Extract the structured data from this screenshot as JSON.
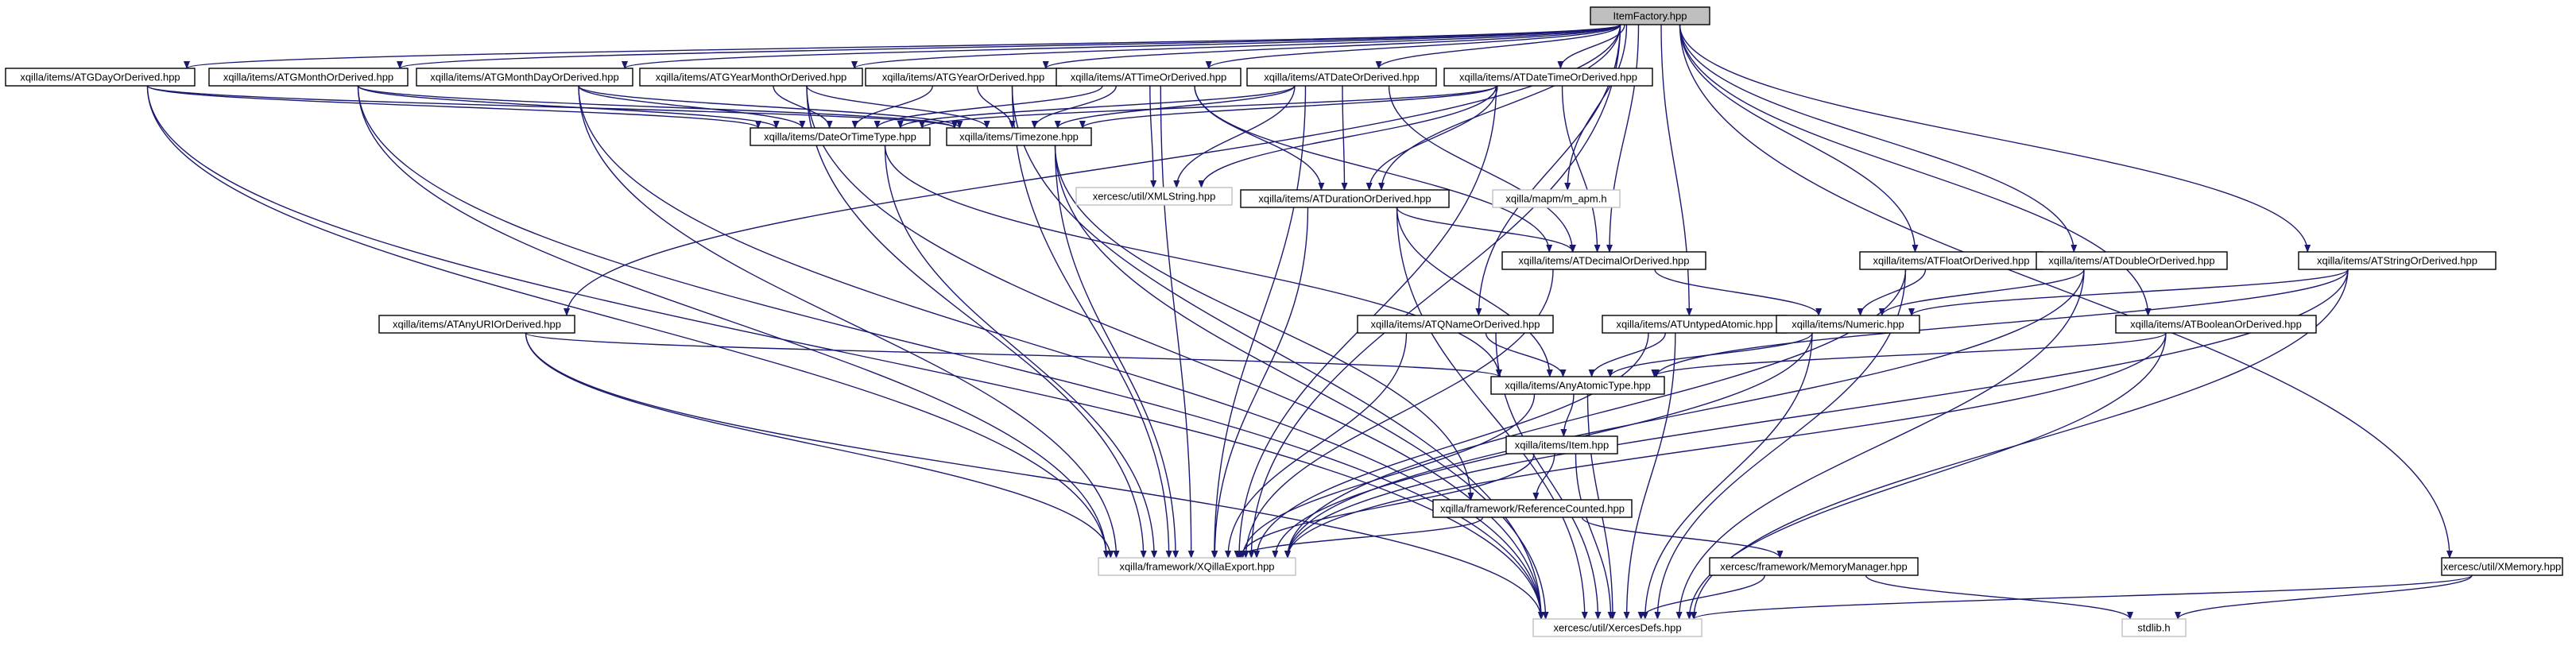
{
  "colors": {
    "edge": "#191970",
    "box_border": "#000000",
    "box_fill": "#ffffff",
    "external_border": "#c0c0c0",
    "root_fill": "#bfbfbf",
    "text": "#000000"
  },
  "nodes": [
    {
      "id": "root",
      "label": "ItemFactory.hpp",
      "kind": "root"
    },
    {
      "id": "gday",
      "label": "xqilla/items/ATGDayOrDerived.hpp",
      "kind": "file"
    },
    {
      "id": "gmonth",
      "label": "xqilla/items/ATGMonthOrDerived.hpp",
      "kind": "file"
    },
    {
      "id": "gmonthday",
      "label": "xqilla/items/ATGMonthDayOrDerived.hpp",
      "kind": "file"
    },
    {
      "id": "gyearmonth",
      "label": "xqilla/items/ATGYearMonthOrDerived.hpp",
      "kind": "file"
    },
    {
      "id": "gyear",
      "label": "xqilla/items/ATGYearOrDerived.hpp",
      "kind": "file"
    },
    {
      "id": "time",
      "label": "xqilla/items/ATTimeOrDerived.hpp",
      "kind": "file"
    },
    {
      "id": "date",
      "label": "xqilla/items/ATDateOrDerived.hpp",
      "kind": "file"
    },
    {
      "id": "datetime",
      "label": "xqilla/items/ATDateTimeOrDerived.hpp",
      "kind": "file"
    },
    {
      "id": "dateortime",
      "label": "xqilla/items/DateOrTimeType.hpp",
      "kind": "file"
    },
    {
      "id": "timezone",
      "label": "xqilla/items/Timezone.hpp",
      "kind": "file"
    },
    {
      "id": "xmlstring",
      "label": "xercesc/util/XMLString.hpp",
      "kind": "external"
    },
    {
      "id": "duration",
      "label": "xqilla/items/ATDurationOrDerived.hpp",
      "kind": "file"
    },
    {
      "id": "mapm",
      "label": "xqilla/mapm/m_apm.h",
      "kind": "external"
    },
    {
      "id": "decimal",
      "label": "xqilla/items/ATDecimalOrDerived.hpp",
      "kind": "file"
    },
    {
      "id": "anyuri",
      "label": "xqilla/items/ATAnyURIOrDerived.hpp",
      "kind": "file"
    },
    {
      "id": "qname",
      "label": "xqilla/items/ATQNameOrDerived.hpp",
      "kind": "file"
    },
    {
      "id": "untyped",
      "label": "xqilla/items/ATUntypedAtomic.hpp",
      "kind": "file"
    },
    {
      "id": "float",
      "label": "xqilla/items/ATFloatOrDerived.hpp",
      "kind": "file"
    },
    {
      "id": "double",
      "label": "xqilla/items/ATDoubleOrDerived.hpp",
      "kind": "file"
    },
    {
      "id": "string",
      "label": "xqilla/items/ATStringOrDerived.hpp",
      "kind": "file"
    },
    {
      "id": "numeric",
      "label": "xqilla/items/Numeric.hpp",
      "kind": "file"
    },
    {
      "id": "boolean",
      "label": "xqilla/items/ATBooleanOrDerived.hpp",
      "kind": "file"
    },
    {
      "id": "anyatomic",
      "label": "xqilla/items/AnyAtomicType.hpp",
      "kind": "file"
    },
    {
      "id": "item",
      "label": "xqilla/items/Item.hpp",
      "kind": "file"
    },
    {
      "id": "refcounted",
      "label": "xqilla/framework/ReferenceCounted.hpp",
      "kind": "file"
    },
    {
      "id": "xqillaexport",
      "label": "xqilla/framework/XQillaExport.hpp",
      "kind": "external"
    },
    {
      "id": "memmgr",
      "label": "xercesc/framework/MemoryManager.hpp",
      "kind": "file"
    },
    {
      "id": "xmemory",
      "label": "xercesc/util/XMemory.hpp",
      "kind": "file"
    },
    {
      "id": "stdlib",
      "label": "stdlib.h",
      "kind": "external"
    },
    {
      "id": "xercesdefs",
      "label": "xercesc/util/XercesDefs.hpp",
      "kind": "external"
    }
  ],
  "edges": [
    [
      "root",
      "gday"
    ],
    [
      "root",
      "gmonth"
    ],
    [
      "root",
      "gmonthday"
    ],
    [
      "root",
      "gyearmonth"
    ],
    [
      "root",
      "gyear"
    ],
    [
      "root",
      "time"
    ],
    [
      "root",
      "date"
    ],
    [
      "root",
      "datetime"
    ],
    [
      "root",
      "anyuri"
    ],
    [
      "root",
      "duration"
    ],
    [
      "root",
      "mapm"
    ],
    [
      "root",
      "decimal"
    ],
    [
      "root",
      "qname"
    ],
    [
      "root",
      "untyped"
    ],
    [
      "root",
      "float"
    ],
    [
      "root",
      "double"
    ],
    [
      "root",
      "string"
    ],
    [
      "root",
      "boolean"
    ],
    [
      "root",
      "xmemory"
    ],
    [
      "root",
      "xqillaexport"
    ],
    [
      "gday",
      "dateortime"
    ],
    [
      "gday",
      "timezone"
    ],
    [
      "gday",
      "xqillaexport"
    ],
    [
      "gday",
      "xercesdefs"
    ],
    [
      "gmonth",
      "dateortime"
    ],
    [
      "gmonth",
      "timezone"
    ],
    [
      "gmonth",
      "xqillaexport"
    ],
    [
      "gmonth",
      "xercesdefs"
    ],
    [
      "gmonthday",
      "dateortime"
    ],
    [
      "gmonthday",
      "timezone"
    ],
    [
      "gmonthday",
      "xqillaexport"
    ],
    [
      "gmonthday",
      "xercesdefs"
    ],
    [
      "gyearmonth",
      "dateortime"
    ],
    [
      "gyearmonth",
      "timezone"
    ],
    [
      "gyearmonth",
      "xqillaexport"
    ],
    [
      "gyearmonth",
      "xercesdefs"
    ],
    [
      "gyear",
      "dateortime"
    ],
    [
      "gyear",
      "timezone"
    ],
    [
      "gyear",
      "xqillaexport"
    ],
    [
      "gyear",
      "xercesdefs"
    ],
    [
      "time",
      "dateortime"
    ],
    [
      "time",
      "timezone"
    ],
    [
      "time",
      "xmlstring"
    ],
    [
      "time",
      "duration"
    ],
    [
      "time",
      "decimal"
    ],
    [
      "time",
      "xqillaexport"
    ],
    [
      "date",
      "dateortime"
    ],
    [
      "date",
      "timezone"
    ],
    [
      "date",
      "xmlstring"
    ],
    [
      "date",
      "duration"
    ],
    [
      "date",
      "decimal"
    ],
    [
      "date",
      "xqillaexport"
    ],
    [
      "datetime",
      "dateortime"
    ],
    [
      "datetime",
      "timezone"
    ],
    [
      "datetime",
      "xmlstring"
    ],
    [
      "datetime",
      "duration"
    ],
    [
      "datetime",
      "decimal"
    ],
    [
      "datetime",
      "xqillaexport"
    ],
    [
      "dateortime",
      "anyatomic"
    ],
    [
      "dateortime",
      "xqillaexport"
    ],
    [
      "timezone",
      "refcounted"
    ],
    [
      "timezone",
      "xqillaexport"
    ],
    [
      "timezone",
      "xercesdefs"
    ],
    [
      "duration",
      "decimal"
    ],
    [
      "duration",
      "anyatomic"
    ],
    [
      "duration",
      "xqillaexport"
    ],
    [
      "duration",
      "xercesdefs"
    ],
    [
      "decimal",
      "numeric"
    ],
    [
      "decimal",
      "xqillaexport"
    ],
    [
      "anyuri",
      "anyatomic"
    ],
    [
      "anyuri",
      "xqillaexport"
    ],
    [
      "anyuri",
      "xercesdefs"
    ],
    [
      "qname",
      "anyatomic"
    ],
    [
      "qname",
      "xqillaexport"
    ],
    [
      "qname",
      "xercesdefs"
    ],
    [
      "untyped",
      "anyatomic"
    ],
    [
      "untyped",
      "xqillaexport"
    ],
    [
      "untyped",
      "xercesdefs"
    ],
    [
      "float",
      "numeric"
    ],
    [
      "float",
      "xqillaexport"
    ],
    [
      "float",
      "xercesdefs"
    ],
    [
      "double",
      "numeric"
    ],
    [
      "double",
      "xqillaexport"
    ],
    [
      "double",
      "xercesdefs"
    ],
    [
      "string",
      "numeric"
    ],
    [
      "string",
      "anyatomic"
    ],
    [
      "string",
      "xqillaexport"
    ],
    [
      "string",
      "xercesdefs"
    ],
    [
      "numeric",
      "anyatomic"
    ],
    [
      "numeric",
      "xqillaexport"
    ],
    [
      "numeric",
      "xercesdefs"
    ],
    [
      "boolean",
      "anyatomic"
    ],
    [
      "boolean",
      "xqillaexport"
    ],
    [
      "boolean",
      "xercesdefs"
    ],
    [
      "anyatomic",
      "item"
    ],
    [
      "anyatomic",
      "xqillaexport"
    ],
    [
      "anyatomic",
      "xercesdefs"
    ],
    [
      "item",
      "refcounted"
    ],
    [
      "item",
      "xqillaexport"
    ],
    [
      "item",
      "xercesdefs"
    ],
    [
      "refcounted",
      "xqillaexport"
    ],
    [
      "refcounted",
      "memmgr"
    ],
    [
      "memmgr",
      "xercesdefs"
    ],
    [
      "memmgr",
      "stdlib"
    ],
    [
      "xmemory",
      "xercesdefs"
    ],
    [
      "xmemory",
      "stdlib"
    ]
  ]
}
